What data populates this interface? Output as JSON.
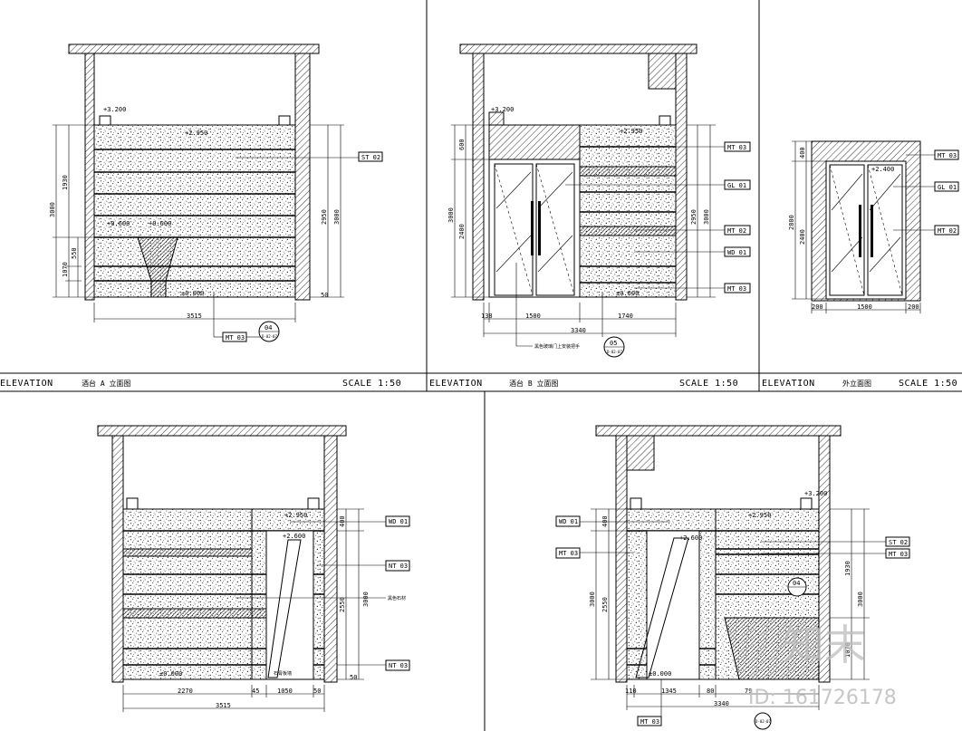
{
  "footers": {
    "p1": {
      "left": "ELEVATION",
      "title": "酒台 A  立面图",
      "scale": "SCALE  1:50"
    },
    "p2": {
      "left": "ELEVATION",
      "title": "酒台 B  立面图",
      "scale": "SCALE  1:50"
    },
    "p3": {
      "left": "ELEVATION",
      "title": "外立面图",
      "scale": "SCALE  1:50"
    }
  },
  "tags": {
    "st02": "ST 02",
    "mt03": "MT 03",
    "gl01": "GL 01",
    "mt02": "MT 02",
    "wd01": "WD 01",
    "nt03": "NT 03"
  },
  "dims": {
    "d3515": "3515",
    "d3340": "3340",
    "d1500": "1500",
    "d1740": "1740",
    "d200": "200",
    "d2270": "2270",
    "d1050": "1050",
    "d1345": "1345",
    "d45": "45",
    "d50": "50",
    "d79": "79",
    "d138": "138",
    "d80": "80",
    "d3000": "3000",
    "d2950": "2950",
    "d1930": "1930",
    "d1070": "1070",
    "d550": "550",
    "d2400": "2400",
    "d600": "600",
    "d2800": "2800",
    "d400": "400",
    "d2550": "2550",
    "d110": "110"
  },
  "levels": {
    "l3200": "+3.200",
    "l2950": "+2.950",
    "l2600": "+2.600",
    "l2400": "+2.400",
    "l0000": "±0.000",
    "l600": "+0.600"
  },
  "refs": {
    "r04": "04",
    "r05": "05",
    "sheet": "D-02-07"
  },
  "notes": {
    "n1": "黑色玻璃门上安装把手",
    "n2": "石膏板",
    "n3": "黑色石材",
    "n4": "石膏板墙"
  },
  "watermark": {
    "logo": "知末",
    "id": "ID: 161726178"
  }
}
